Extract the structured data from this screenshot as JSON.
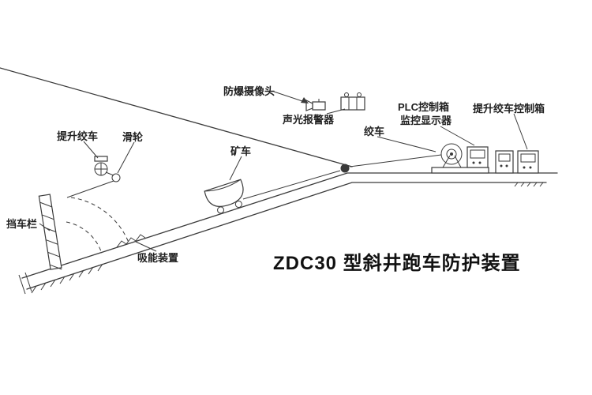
{
  "diagram": {
    "title": "ZDC30 型斜井跑车防护装置",
    "labels": {
      "camera": "防爆摄像头",
      "alarm": "声光报警器",
      "plc_box": "PLC控制箱",
      "monitor": "监控显示器",
      "hoist_control_box": "提升绞车控制箱",
      "winch": "绞车",
      "hoist_winch": "提升绞车",
      "pulley": "滑轮",
      "mine_car": "矿车",
      "car_barrier": "挡车栏",
      "energy_absorber": "吸能装置"
    },
    "colors": {
      "background": "#ffffff",
      "line": "#3a3a3a",
      "text": "#1f1f1f"
    }
  }
}
